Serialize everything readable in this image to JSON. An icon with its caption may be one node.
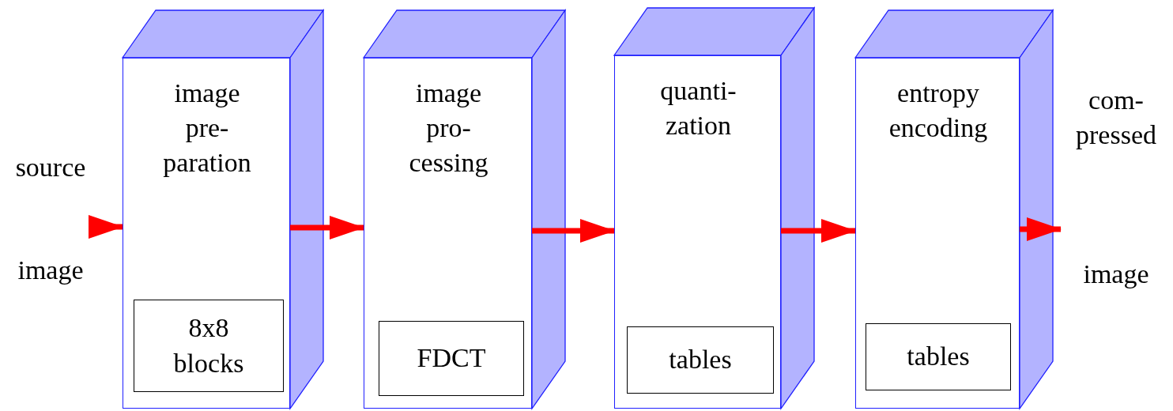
{
  "diagram": {
    "nodes": [
      {
        "text": [
          "source",
          "image"
        ]
      },
      {
        "text": [
          "image pre- paration"
        ]
      },
      {
        "text": [
          "8x8 blocks"
        ],
        "in": 1
      },
      {
        "text": [
          "image pro- cessing"
        ]
      },
      {
        "text": [
          "FDCT"
        ],
        "in": 3
      },
      {
        "text": [
          "quanti- zation"
        ]
      },
      {
        "text": [
          "tables"
        ],
        "in": 5
      },
      {
        "text": [
          "entropy encoding"
        ]
      },
      {
        "text": [
          "tables"
        ],
        "in": 7
      },
      {
        "text": [
          "com- pressed",
          "image"
        ]
      }
    ],
    "edges": [
      {
        "from": 0,
        "to": 1,
        "arrow": "to"
      },
      {
        "from": 1,
        "to": 3,
        "arrow": "to"
      },
      {
        "from": 3,
        "to": 5,
        "arrow": "to"
      },
      {
        "from": 5,
        "to": 7,
        "arrow": "to"
      },
      {
        "from": 7,
        "to": 9,
        "arrow": "to"
      }
    ]
  }
}
